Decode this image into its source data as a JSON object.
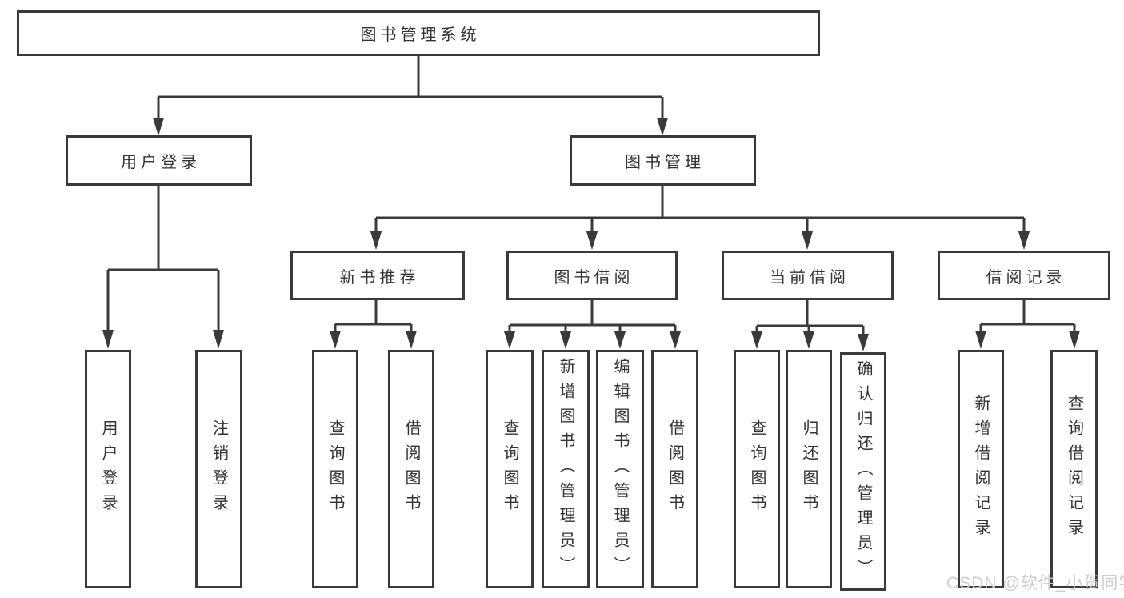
{
  "tree": {
    "root": {
      "label": "图书管理系统",
      "children": [
        {
          "label": "用户登录",
          "children": [
            {
              "label": "用户登录"
            },
            {
              "label": "注销登录"
            }
          ]
        },
        {
          "label": "图书管理",
          "children": [
            {
              "label": "新书推荐",
              "children": [
                {
                  "label": "查询图书"
                },
                {
                  "label": "借阅图书"
                }
              ]
            },
            {
              "label": "图书借阅",
              "children": [
                {
                  "label": "查询图书"
                },
                {
                  "label": "新增图书（管理员）"
                },
                {
                  "label": "编辑图书（管理员）"
                },
                {
                  "label": "借阅图书"
                }
              ]
            },
            {
              "label": "当前借阅",
              "children": [
                {
                  "label": "查询图书"
                },
                {
                  "label": "归还图书"
                },
                {
                  "label": "确认归还（管理员）"
                }
              ]
            },
            {
              "label": "借阅记录",
              "children": [
                {
                  "label": "新增借阅记录"
                },
                {
                  "label": "查询借阅记录"
                }
              ]
            }
          ]
        }
      ]
    }
  },
  "watermark": {
    "text": "CSDN @软件_小贺同学"
  },
  "colors": {
    "line": "#3a3a3a",
    "box_border": "#3a3a3a",
    "text": "#333333",
    "background": "#ffffff",
    "watermark": "#cbcbcb"
  }
}
